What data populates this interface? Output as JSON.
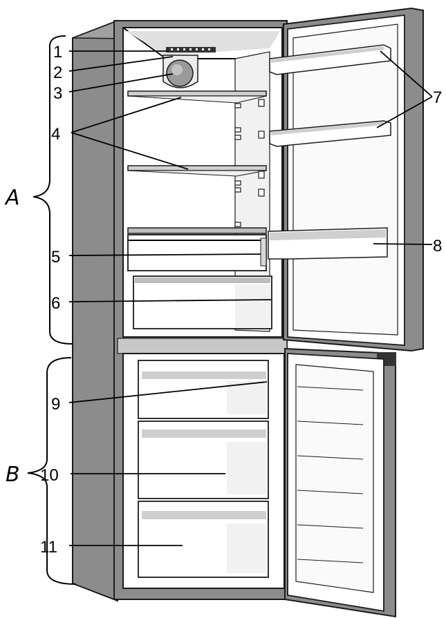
{
  "section_labels": {
    "fridge": "A",
    "freezer": "B"
  },
  "callouts": [
    {
      "id": "1",
      "text": "1"
    },
    {
      "id": "2",
      "text": "2"
    },
    {
      "id": "3",
      "text": "3"
    },
    {
      "id": "4",
      "text": "4"
    },
    {
      "id": "5",
      "text": "5"
    },
    {
      "id": "6",
      "text": "6"
    },
    {
      "id": "7",
      "text": "7"
    },
    {
      "id": "8",
      "text": "8"
    },
    {
      "id": "9",
      "text": "9"
    },
    {
      "id": "10",
      "text": "10"
    },
    {
      "id": "11",
      "text": "11"
    }
  ],
  "colors": {
    "cabinet": "#8c8c8c",
    "cabinet_dark": "#6e6e6e",
    "liner": "#ffffff",
    "outline": "#1a1a1a",
    "shelf_glass": "#e6e6e6",
    "door_edge": "#9a9a9a"
  }
}
